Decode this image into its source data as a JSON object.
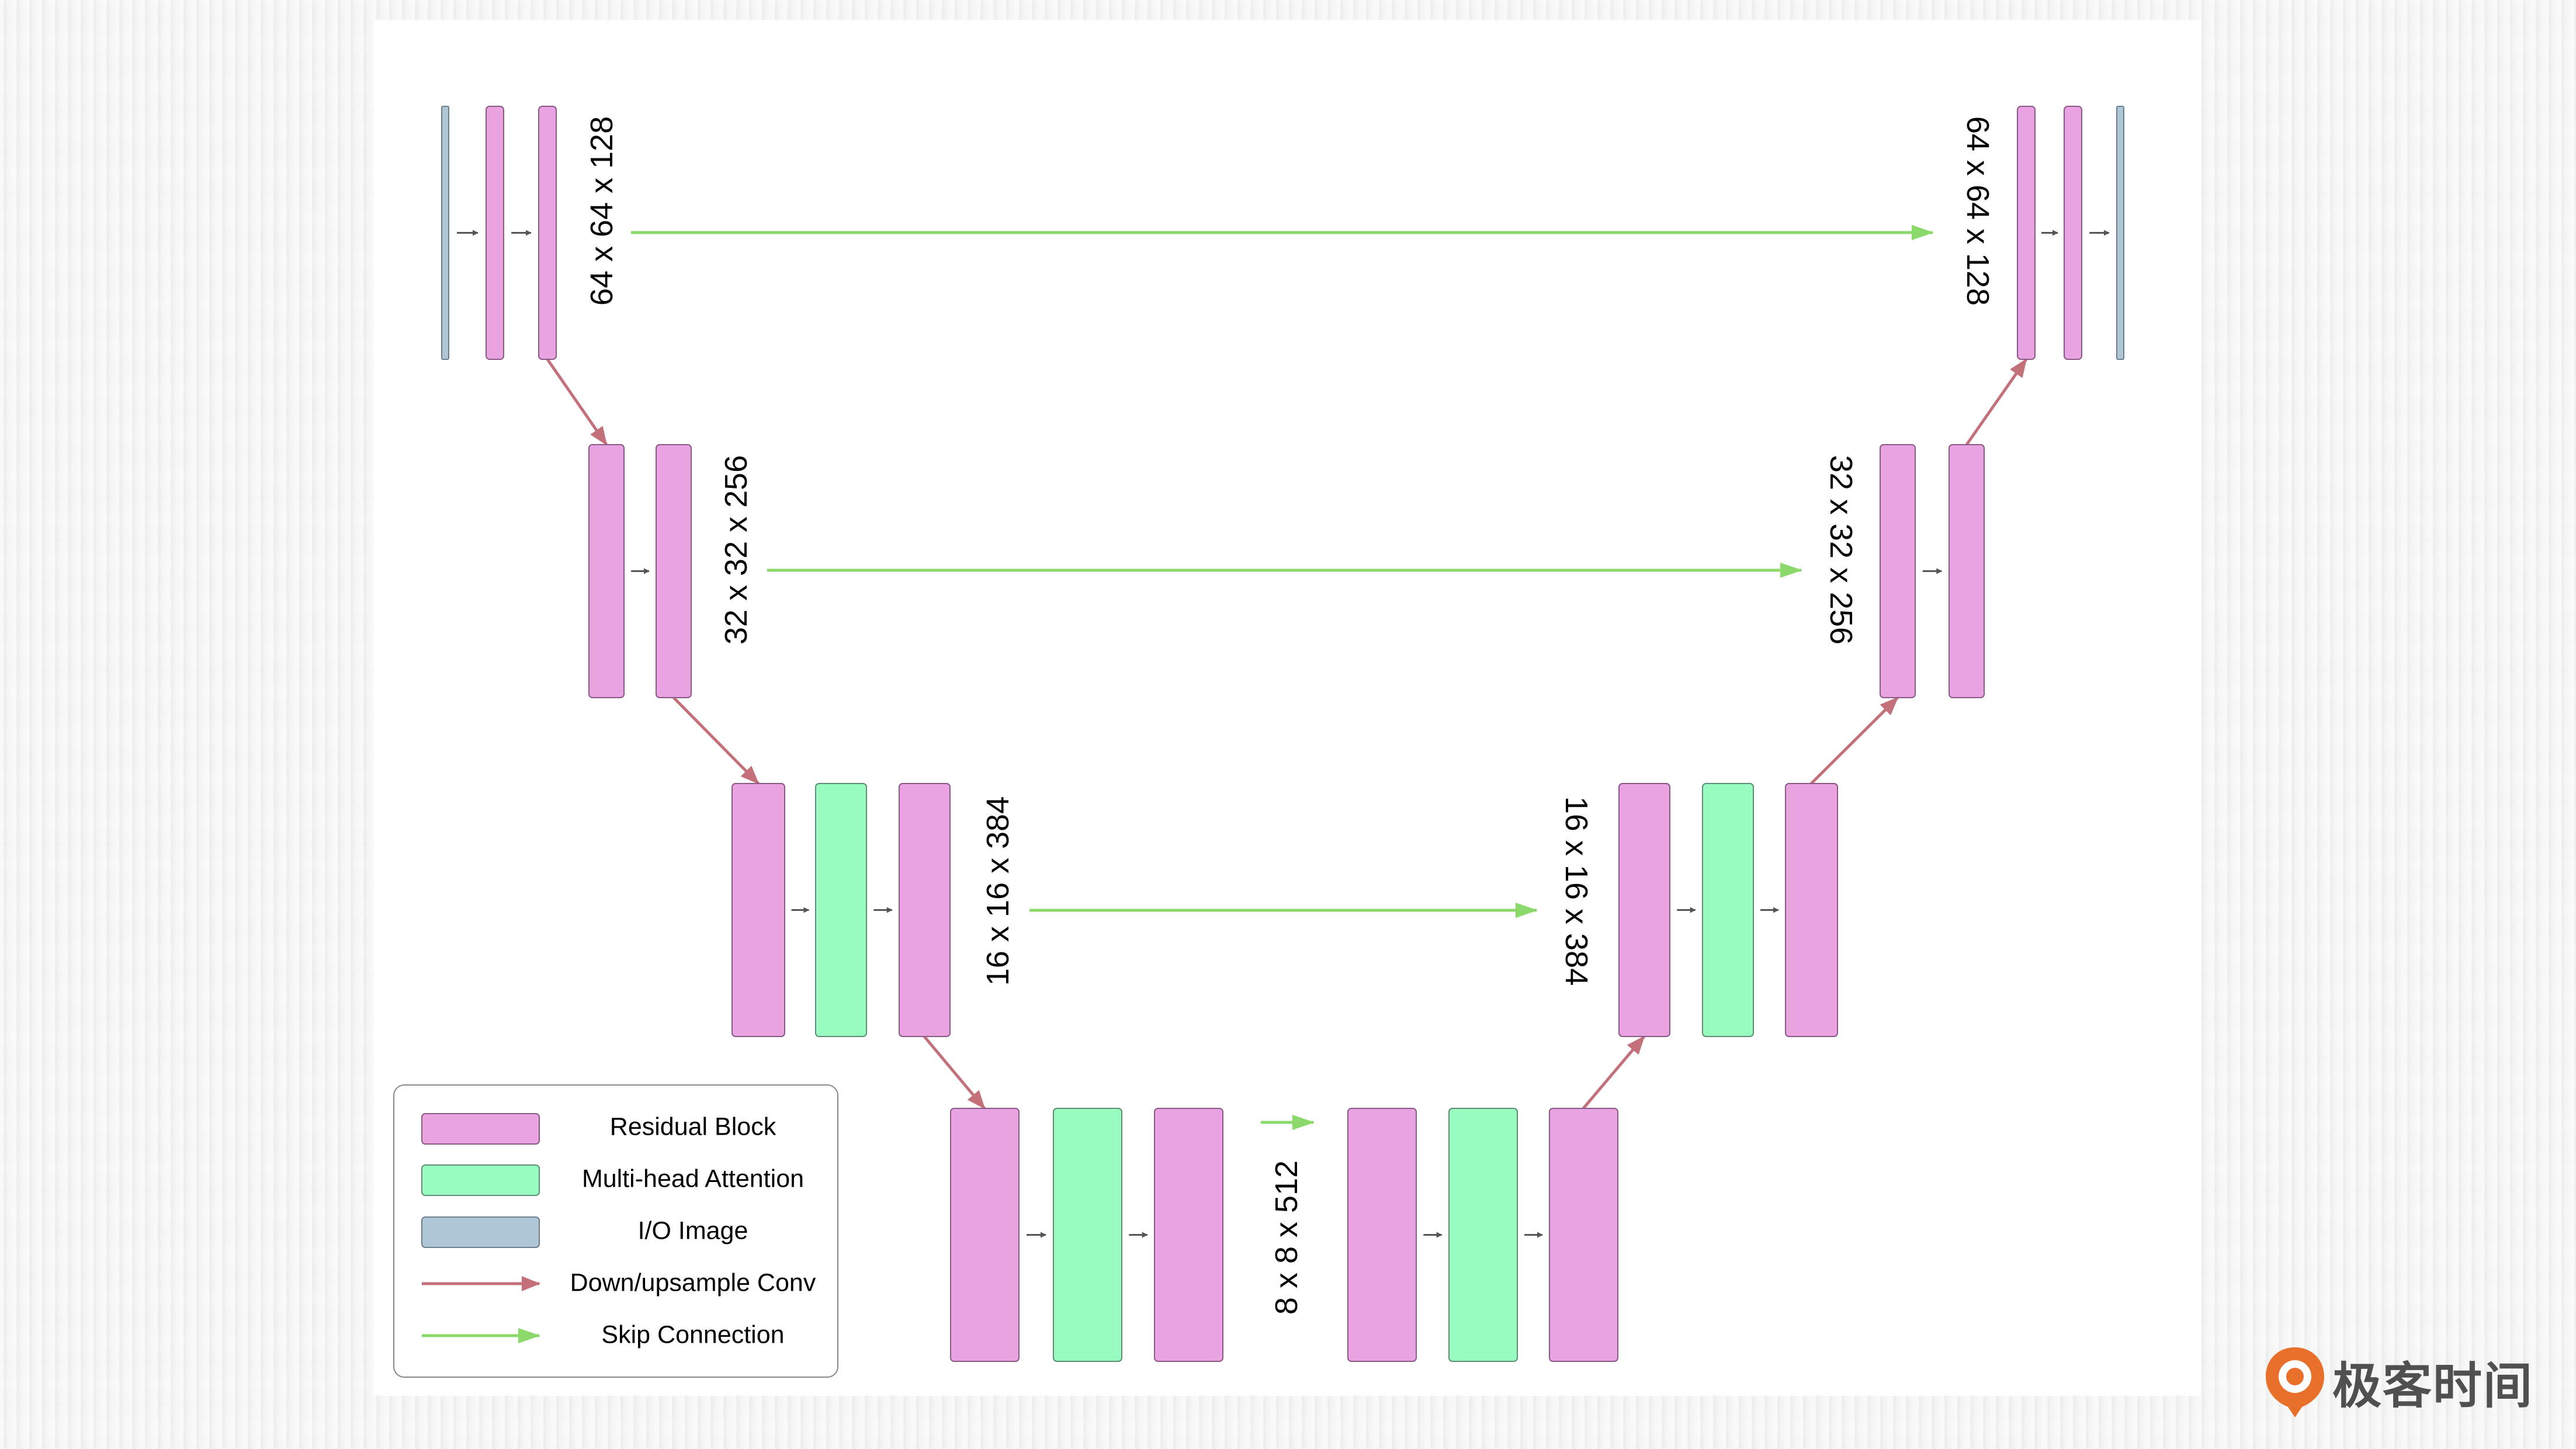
{
  "colors": {
    "residual_block": "#e9a3e0",
    "attention": "#98fbc0",
    "io_image": "#aec6d6",
    "down_up_arrow": "#c4707a",
    "skip_arrow": "#8ad96a",
    "block_stroke": "#8a5a86",
    "inner_arrow": "#555555"
  },
  "levels": [
    {
      "id": "level-64",
      "encoder_label": "64 x 64 x 128",
      "decoder_label": "64 x 64 x 128"
    },
    {
      "id": "level-32",
      "encoder_label": "32 x 32 x 256",
      "decoder_label": "32 x 32 x 256"
    },
    {
      "id": "level-16",
      "encoder_label": "16 x 16 x 384",
      "decoder_label": "16 x 16 x 384"
    },
    {
      "id": "level-8",
      "bottleneck_label": "8 x 8 x 512"
    }
  ],
  "legend": {
    "items": [
      {
        "key": "residual",
        "label": "Residual Block",
        "swatch": "residual_block"
      },
      {
        "key": "attention",
        "label": "Multi-head Attention",
        "swatch": "attention"
      },
      {
        "key": "io",
        "label": "I/O Image",
        "swatch": "io_image"
      },
      {
        "key": "down_up",
        "label": "Down/upsample Conv",
        "swatch": "down_up_arrow"
      },
      {
        "key": "skip",
        "label": "Skip Connection",
        "swatch": "skip_arrow"
      }
    ]
  },
  "watermark": {
    "text": "极客时间",
    "icon": "geektime-logo-icon",
    "color": "#e8702a"
  }
}
